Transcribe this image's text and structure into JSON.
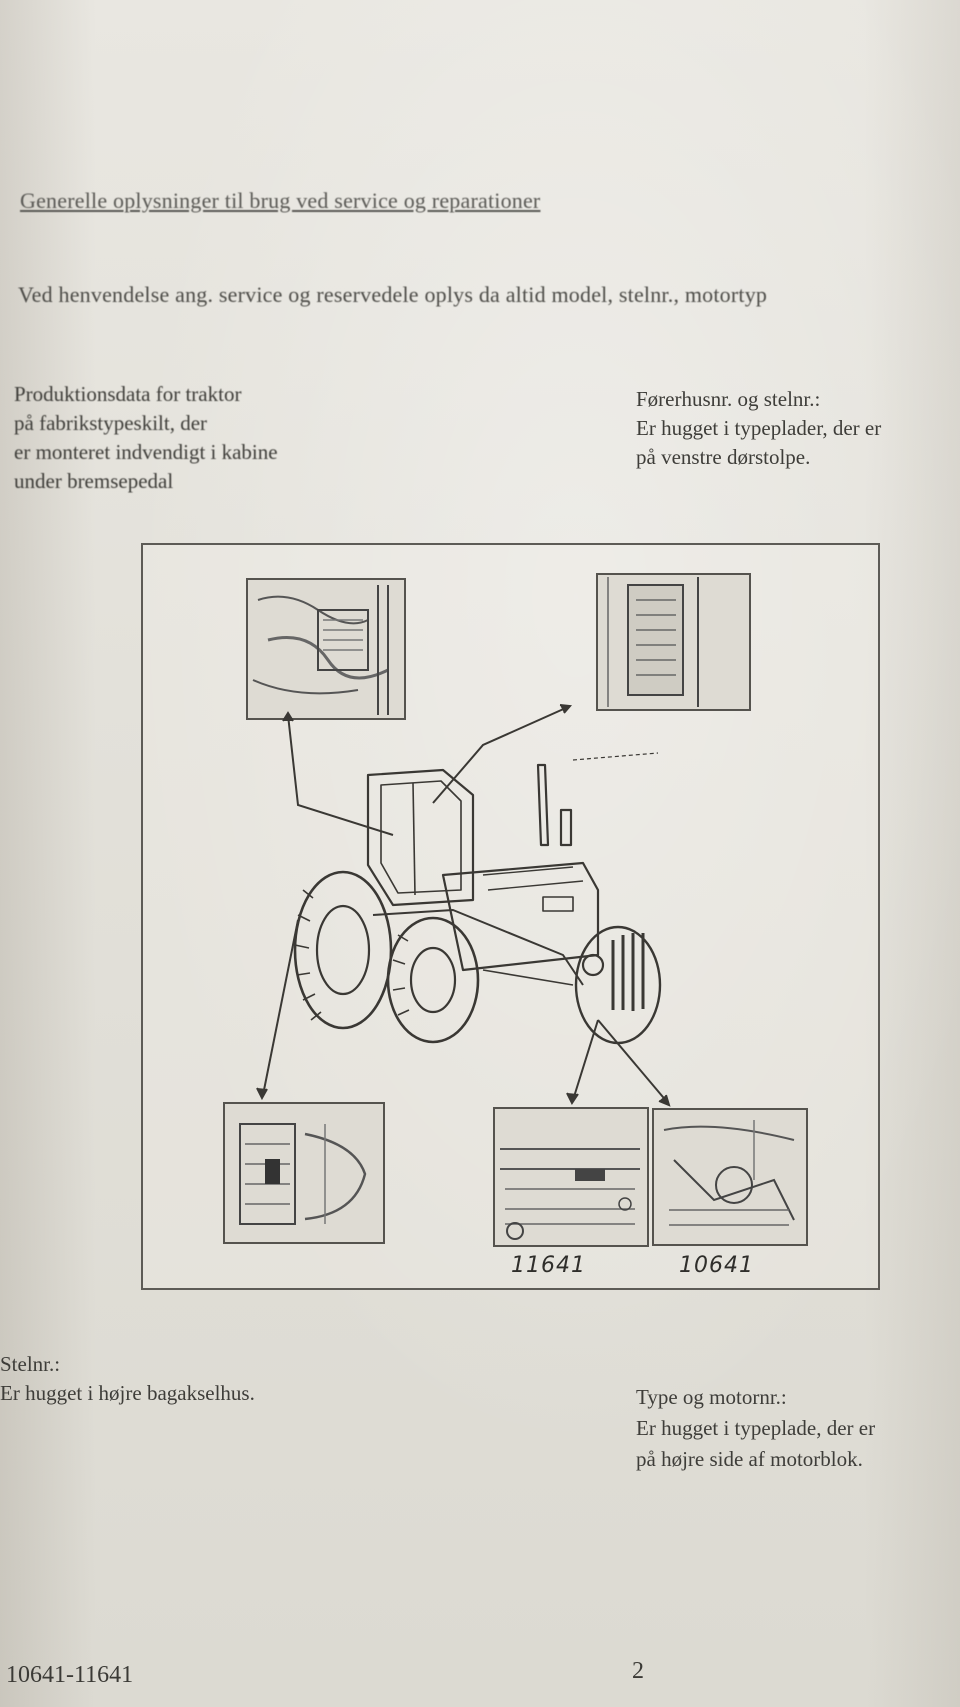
{
  "heading": "Generelle oplysninger til brug ved service og reparationer",
  "intro": "Ved henvendelse ang. service og reservedele oplys da altid model, stelnr., motortyp",
  "production_data": {
    "lines": [
      "Produktionsdata for traktor",
      "på fabrikstypeskilt, der",
      "er monteret indvendigt i kabine",
      "under bremsepedal"
    ]
  },
  "cab_number": {
    "lines": [
      "Førerhusnr. og stelnr.:",
      "Er hugget i typeplader, der er",
      "på venstre dørstolpe."
    ]
  },
  "figure": {
    "codes": [
      "11641",
      "10641"
    ]
  },
  "frame_number": {
    "lines": [
      "Stelnr.:",
      "Er hugget i højre bagakselhus."
    ]
  },
  "engine_number": {
    "lines": [
      "Type og motornr.:",
      "Er hugget i typeplade, der er",
      "på højre side af motorblok."
    ]
  },
  "footer": {
    "models": "10641-11641",
    "page_number": "2"
  }
}
